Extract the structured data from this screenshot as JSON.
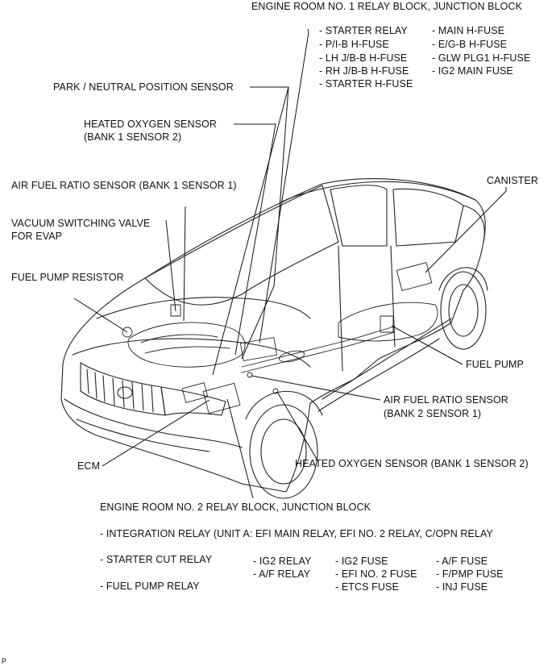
{
  "labels": {
    "engine_room_1_title": "ENGINE ROOM NO. 1 RELAY BLOCK, JUNCTION BLOCK",
    "er1_left": [
      "- STARTER RELAY",
      "- P/I-B H-FUSE",
      "- LH J/B-B H-FUSE",
      "- RH J/B-B H-FUSE",
      "- STARTER H-FUSE"
    ],
    "er1_right": [
      "- MAIN H-FUSE",
      "- E/G-B H-FUSE",
      "- GLW PLG1 H-FUSE",
      "- IG2 MAIN FUSE"
    ],
    "park_neutral": "PARK / NEUTRAL POSITION SENSOR",
    "heated_o2_b1s2_top_line1": "HEATED OXYGEN SENSOR",
    "heated_o2_b1s2_top_line2": "(BANK 1 SENSOR 2)",
    "af_sensor_b1s1": "AIR FUEL RATIO SENSOR (BANK 1 SENSOR 1)",
    "canister": "CANISTER",
    "vsv_line1": "VACUUM SWITCHING VALVE",
    "vsv_line2": "FOR EVAP",
    "fuel_pump_resistor": "FUEL PUMP RESISTOR",
    "fuel_pump": "FUEL PUMP",
    "af_sensor_b2s1_line1": "AIR FUEL RATIO SENSOR",
    "af_sensor_b2s1_line2": "(BANK 2 SENSOR 1)",
    "ecm": "ECM",
    "heated_o2_b1s2_bottom": "HEATED OXYGEN SENSOR (BANK 1 SENSOR 2)",
    "engine_room_2_title": "ENGINE ROOM NO. 2 RELAY BLOCK, JUNCTION BLOCK",
    "integration_relay": "- INTEGRATION RELAY (UNIT A: EFI MAIN  RELAY, EFI NO. 2 RELAY, C/OPN RELAY",
    "starter_cut_relay": "- STARTER CUT RELAY",
    "fuel_pump_relay": "- FUEL PUMP RELAY",
    "er2_col1": [
      "- IG2 RELAY",
      "- A/F RELAY"
    ],
    "er2_col2": [
      "- IG2 FUSE",
      "- EFI NO. 2 FUSE",
      "- ETCS FUSE"
    ],
    "er2_col3": [
      "- A/F FUSE",
      "- F/PMP FUSE",
      "- INJ FUSE"
    ],
    "figure_id": "P"
  }
}
